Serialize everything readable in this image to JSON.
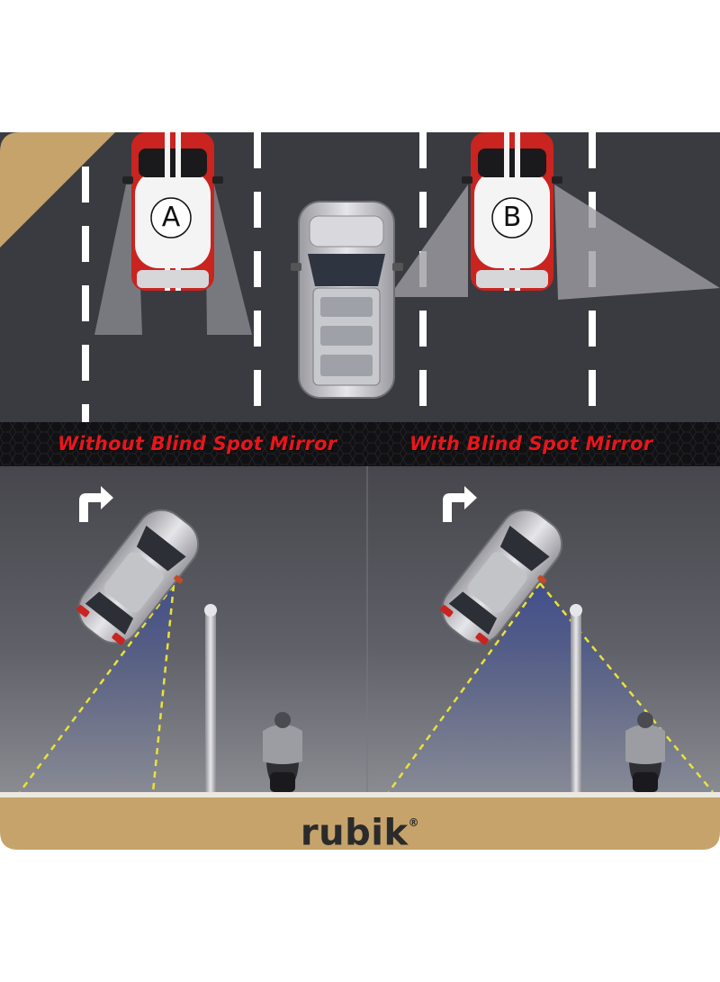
{
  "top_section": {
    "car_a_label": "A",
    "car_b_label": "B"
  },
  "banner": {
    "left_label": "Without Blind Spot Mirror",
    "right_label": "With Blind Spot Mirror",
    "text_color": "#e8161b"
  },
  "footer": {
    "brand": "rubik",
    "registered_mark": "®"
  },
  "colors": {
    "road": "#3a3b40",
    "gold": "#c6a36a",
    "car_red": "#c9241f",
    "lane_line": "#ffffff",
    "mirror_zone_yellow": "#e8e23a"
  }
}
